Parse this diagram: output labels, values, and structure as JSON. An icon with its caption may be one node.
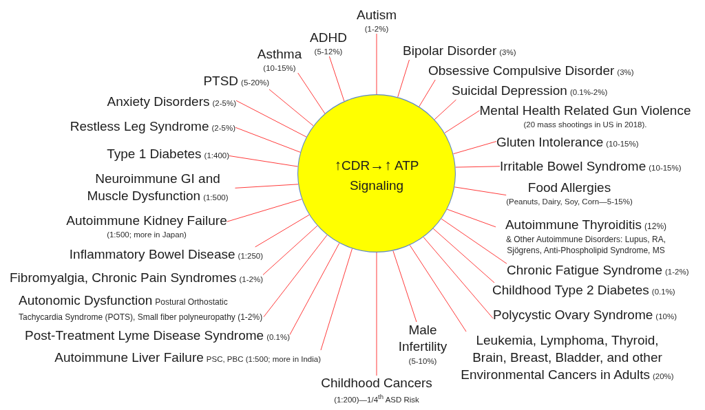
{
  "diagram": {
    "nodes": [
      {
        "text": [
          "**↑**CDR**→↑** ATP Signaling"
        ]
      },
      {
        "text": [
          "Autism",
          "(1-2%)"
        ]
      },
      {
        "text": [
          "Bipolar Disorder",
          "(3%)"
        ]
      },
      {
        "text": [
          "Obsessive Compulsive Disorder",
          "(3%)"
        ]
      },
      {
        "text": [
          "Suicidal Depression",
          "(0.1%-2%)"
        ]
      },
      {
        "text": [
          "Mental Health Related Gun Violence",
          "(20 mass shootings in US in 2018)."
        ]
      },
      {
        "text": [
          "Gluten Intolerance",
          "(10-15%)"
        ]
      },
      {
        "text": [
          "Irritable Bowel Syndrome",
          "(10-15%)"
        ]
      },
      {
        "text": [
          "Food Allergies",
          "(Peanuts, Dairy, Soy, Corn—5-15%)"
        ]
      },
      {
        "text": [
          "Autoimmune Thyroiditis",
          "(12%)",
          "& Other Autoimmune Disorders: Lupus, RA, Sjögrens, Anti-Phospholipid Syndrome, MS"
        ]
      },
      {
        "text": [
          "Chronic Fatigue Syndrome",
          "(1-2%)"
        ]
      },
      {
        "text": [
          "Childhood Type 2 Diabetes",
          "(0.1%)"
        ]
      },
      {
        "text": [
          "Polycystic Ovary Syndrome",
          "(10%)"
        ]
      },
      {
        "text": [
          "Leukemia, Lymphoma, Thyroid, Brain, Breast, Bladder, and other Environmental Cancers in Adults",
          "(20%)"
        ]
      },
      {
        "text": [
          "Male Infertility",
          "(5-10%)"
        ]
      },
      {
        "text": [
          "Childhood Cancers",
          "(1:200)—1/4$^{th}$ ASD Risk"
        ]
      },
      {
        "text": [
          "Autoimmune Liver Failure",
          "PSC, PBC (1:500; more in India)"
        ]
      },
      {
        "text": [
          "Post-Treatment Lyme Disease Syndrome",
          "(0.1%)"
        ]
      },
      {
        "text": [
          "Autonomic Dysfunction",
          "Postural Orthostatic Tachycardia Syndrome (POTS), Small fiber polyneuropathy (1-2%)"
        ]
      },
      {
        "text": [
          "Fibromyalgia, Chronic Pain Syndromes",
          "(1-2%)"
        ]
      },
      {
        "text": [
          "Inflammatory Bowel Disease",
          "(1:250)"
        ]
      },
      {
        "text": [
          "Autoimmune Kidney Failure",
          "(1:500; more in Japan)"
        ]
      },
      {
        "text": [
          "Neuroimmune GI and Muscle Dysfunction",
          "(1:500)"
        ]
      },
      {
        "text": [
          "Type 1 Diabetes",
          "(1:400)"
        ]
      },
      {
        "text": [
          "Restless Leg Syndrome",
          "(2-5%)"
        ]
      },
      {
        "text": [
          "Anxiety Disorders",
          "(2-5%)"
        ]
      },
      {
        "text": [
          "PTSD",
          "(5-20%)"
        ]
      },
      {
        "text": [
          "Asthma",
          "(10-15%)"
        ]
      },
      {
        "text": [
          "ADHD",
          "(5-12%)"
        ]
      }
    ],
    "edges": [
      {
        "from": 0,
        "to": 1,
        "arrow": "none"
      },
      {
        "from": 0,
        "to": 2,
        "arrow": "none"
      },
      {
        "from": 0,
        "to": 3,
        "arrow": "none"
      },
      {
        "from": 0,
        "to": 4,
        "arrow": "none"
      },
      {
        "from": 0,
        "to": 5,
        "arrow": "none"
      },
      {
        "from": 0,
        "to": 6,
        "arrow": "none"
      },
      {
        "from": 0,
        "to": 7,
        "arrow": "none"
      },
      {
        "from": 0,
        "to": 8,
        "arrow": "none"
      },
      {
        "from": 0,
        "to": 9,
        "arrow": "none"
      },
      {
        "from": 0,
        "to": 10,
        "arrow": "none"
      },
      {
        "from": 0,
        "to": 11,
        "arrow": "none"
      },
      {
        "from": 0,
        "to": 12,
        "arrow": "none"
      },
      {
        "from": 0,
        "to": 13,
        "arrow": "none"
      },
      {
        "from": 0,
        "to": 14,
        "arrow": "none"
      },
      {
        "from": 0,
        "to": 15,
        "arrow": "none"
      },
      {
        "from": 0,
        "to": 16,
        "arrow": "none"
      },
      {
        "from": 0,
        "to": 17,
        "arrow": "none"
      },
      {
        "from": 0,
        "to": 18,
        "arrow": "none"
      },
      {
        "from": 0,
        "to": 19,
        "arrow": "none"
      },
      {
        "from": 0,
        "to": 20,
        "arrow": "none"
      },
      {
        "from": 0,
        "to": 21,
        "arrow": "none"
      },
      {
        "from": 0,
        "to": 22,
        "arrow": "none"
      },
      {
        "from": 0,
        "to": 23,
        "arrow": "none"
      },
      {
        "from": 0,
        "to": 24,
        "arrow": "none"
      },
      {
        "from": 0,
        "to": 25,
        "arrow": "none"
      },
      {
        "from": 0,
        "to": 26,
        "arrow": "none"
      },
      {
        "from": 0,
        "to": 27,
        "arrow": "none"
      },
      {
        "from": 0,
        "to": 28,
        "arrow": "none"
      }
    ]
  }
}
